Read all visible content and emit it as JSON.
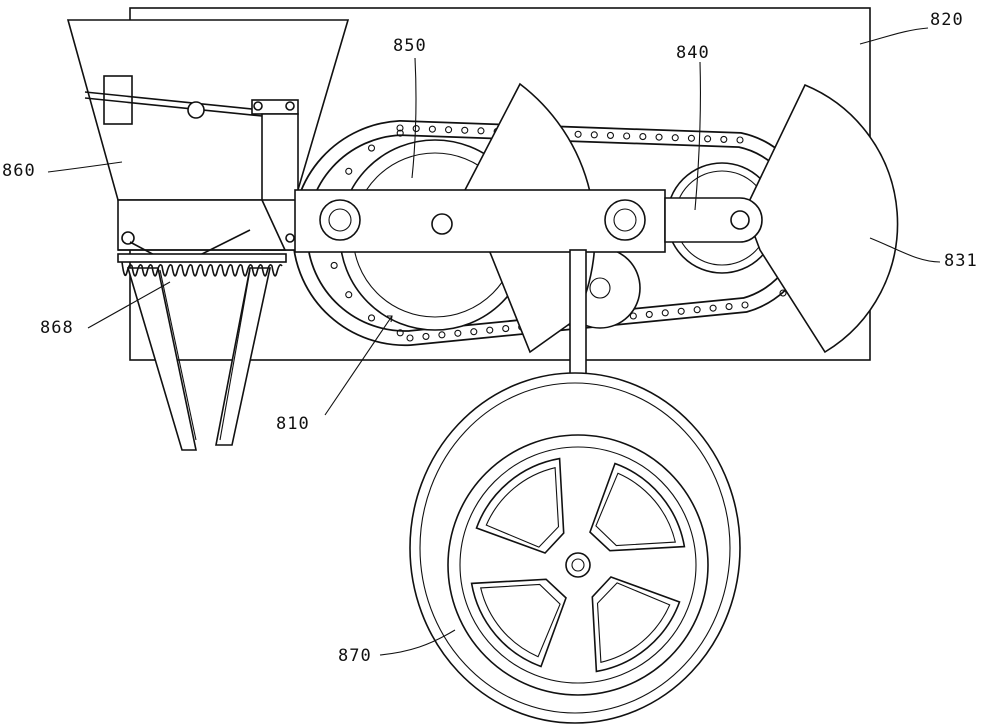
{
  "labels": {
    "ref_820": "820",
    "ref_850": "850",
    "ref_840": "840",
    "ref_860": "860",
    "ref_831": "831",
    "ref_868": "868",
    "ref_810": "810",
    "ref_870": "870"
  },
  "colors": {
    "line": "#111111",
    "background": "#ffffff"
  }
}
